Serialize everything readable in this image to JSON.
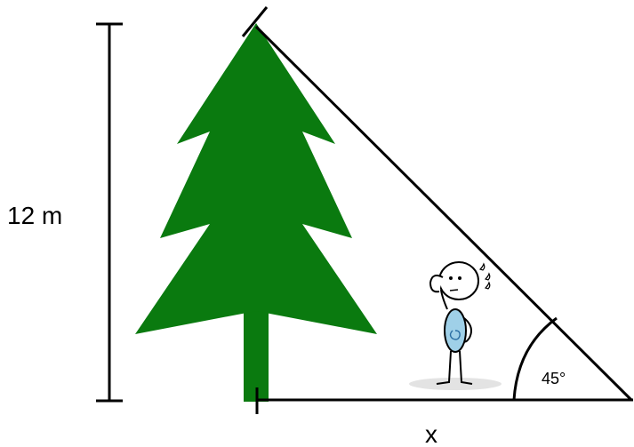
{
  "labels": {
    "height": "12 m",
    "distance": "x",
    "angle": "45°"
  },
  "colors": {
    "tree": "#0a7a0f",
    "line": "#000000",
    "shirt": "#9fd0e8",
    "shadow": "#e3e3e3"
  },
  "icons": {
    "tree": "pine-tree-icon",
    "person": "thinking-stick-figure-icon"
  }
}
